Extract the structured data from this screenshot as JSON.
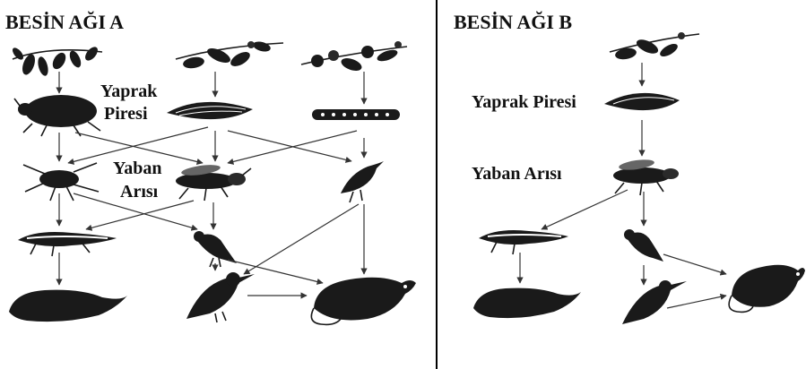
{
  "web_a": {
    "title": "BESİN AĞI A",
    "label_leafhopper_1": "Yaprak",
    "label_leafhopper_2": "Piresi",
    "label_wasp_1": "Yaban",
    "label_wasp_2": "Arısı"
  },
  "web_b": {
    "title": "BESİN AĞI B",
    "label_leafhopper": "Yaprak Piresi",
    "label_wasp": "Yaban Arısı"
  },
  "colors": {
    "ink": "#1a1a1a",
    "arrow": "#333333",
    "divider": "#000000",
    "background": "#ffffff"
  },
  "icons": [
    "leafy-branch-icon",
    "flower-branch-icon",
    "beetle-icon",
    "leafhopper-icon",
    "caterpillar-icon",
    "spider-icon",
    "wasp-icon",
    "small-bird-icon",
    "lizard-icon",
    "mole-icon",
    "perched-bird-icon",
    "kingfisher-icon",
    "opossum-icon"
  ]
}
